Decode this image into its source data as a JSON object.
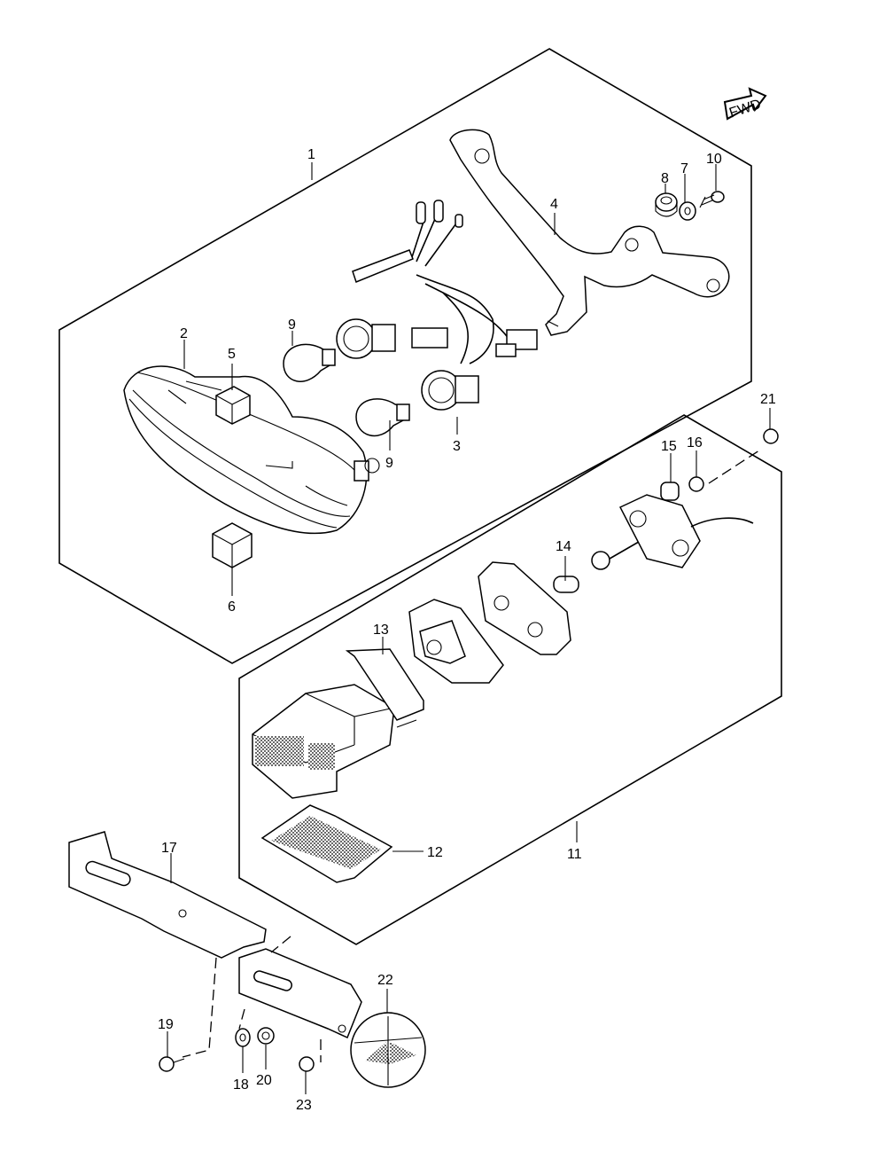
{
  "direction_badge": {
    "label": "FWD",
    "icon": "forward-arrow-icon"
  },
  "callouts": {
    "c1": "1",
    "c2": "2",
    "c3": "3",
    "c4": "4",
    "c5": "5",
    "c6": "6",
    "c7": "7",
    "c8": "8",
    "c9a": "9",
    "c9b": "9",
    "c10": "10",
    "c11": "11",
    "c12": "12",
    "c13": "13",
    "c14": "14",
    "c15": "15",
    "c16": "16",
    "c17": "17",
    "c18": "18",
    "c19": "19",
    "c20": "20",
    "c21": "21",
    "c22": "22",
    "c23": "23"
  }
}
